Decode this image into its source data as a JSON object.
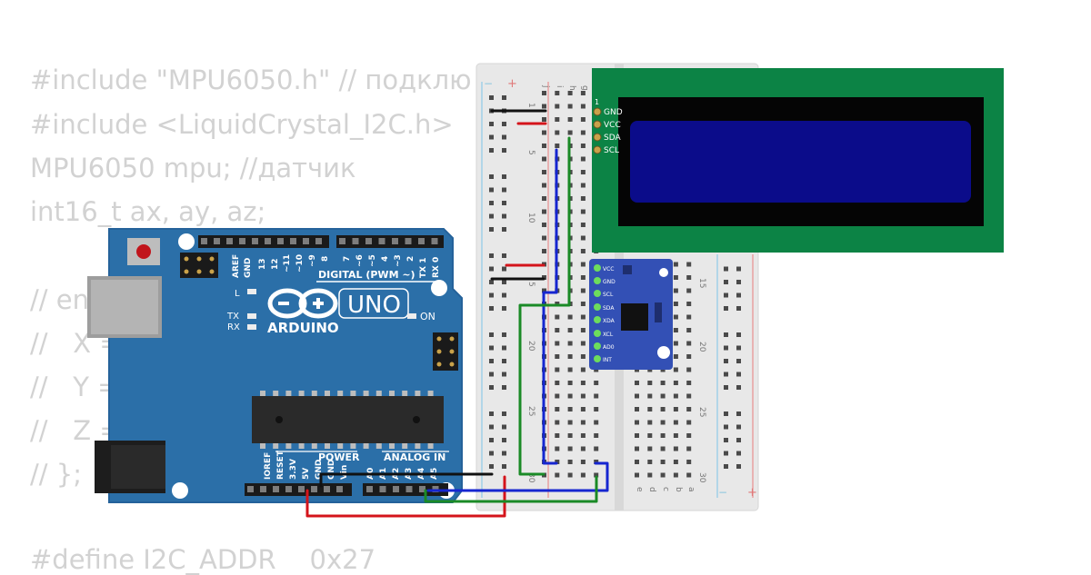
{
  "code": {
    "lines": [
      "#include \"MPU6050.h\" // подклю",
      "#include <LiquidCrystal_I2C.h>",
      "MPU6050 mpu; //датчик",
      "int16_t ax, ay, az;",
      "",
      "// en",
      "//   X =",
      "//   Y =",
      "//   Z =",
      "// };",
      "",
      "#define I2C_ADDR    0x27"
    ]
  },
  "arduino": {
    "brand": "ARDUINO",
    "model": "UNO",
    "digital_label": "DIGITAL (PWM ~)",
    "power_label": "POWER",
    "analog_label": "ANALOG IN",
    "led_l": "L",
    "led_tx": "TX",
    "led_rx": "RX",
    "led_on": "ON",
    "digital_pins": [
      "AREF",
      "GND",
      "13",
      "12",
      "~11",
      "~10",
      "~9",
      "8",
      "7",
      "~6",
      "~5",
      "4",
      "~3",
      "2",
      "TX 1",
      "RX 0"
    ],
    "power_pins": [
      "IOREF",
      "RESET",
      "3.3V",
      "5V",
      "GND",
      "GND",
      "Vin"
    ],
    "analog_pins": [
      "A0",
      "A1",
      "A2",
      "A3",
      "A4",
      "A5"
    ]
  },
  "breadboard": {
    "row_labels": [
      "1",
      "5",
      "10",
      "15",
      "20",
      "25",
      "30"
    ],
    "col_labels_top": [
      "j",
      "i",
      "h",
      "g"
    ],
    "col_labels_bottom": [
      "e",
      "d",
      "c",
      "b",
      "a"
    ],
    "rail_plus": "+",
    "rail_minus": "−"
  },
  "lcd": {
    "pins": [
      "GND",
      "VCC",
      "SDA",
      "SCL"
    ],
    "pin_number": "1"
  },
  "mpu": {
    "pins": [
      "VCC",
      "GND",
      "SCL",
      "SDA",
      "XDA",
      "XCL",
      "AD0",
      "INT"
    ]
  },
  "colors": {
    "arduino_board": "#2b6fa8",
    "lcd_board": "#0c8345",
    "lcd_screen": "#0b0c8a",
    "mpu_board": "#3350b5",
    "wire_red": "#d4141b",
    "wire_black": "#111111",
    "wire_blue": "#1626d0",
    "wire_green": "#1a8a26",
    "code_text": "#d2d2d2"
  }
}
